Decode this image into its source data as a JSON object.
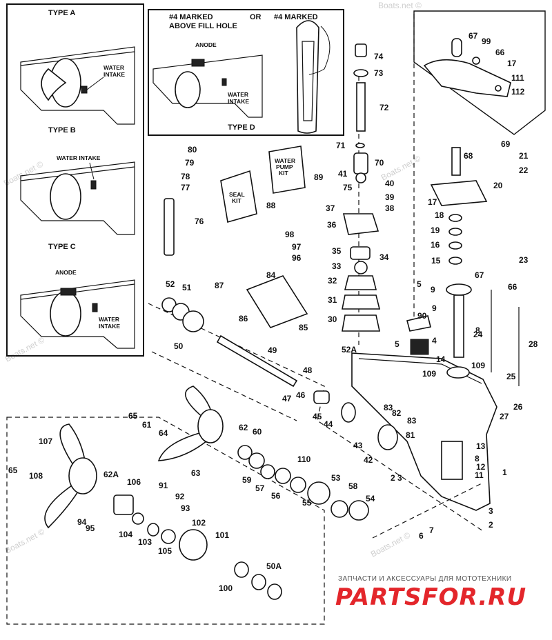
{
  "panels": {
    "type_a": "TYPE A",
    "type_b": "TYPE B",
    "type_c": "TYPE C",
    "type_d": "TYPE D",
    "water_intake": [
      "WATER",
      "INTAKE"
    ],
    "water_intake_inline": "WATER INTAKE",
    "anode": "ANODE",
    "marked_left": [
      "#4 MARKED",
      "ABOVE FILL HOLE"
    ],
    "or": "OR",
    "marked_right": "#4 MARKED"
  },
  "boxes": {
    "seal_kit": [
      "SEAL",
      "KIT"
    ],
    "water_pump_kit": [
      "WATER",
      "PUMP",
      "KIT"
    ]
  },
  "part_numbers": [
    "1",
    "2",
    "3",
    "4",
    "5",
    "6",
    "7",
    "8",
    "9",
    "11",
    "12",
    "13",
    "14",
    "15",
    "16",
    "17",
    "18",
    "19",
    "20",
    "21",
    "22",
    "23",
    "24",
    "25",
    "26",
    "27",
    "28",
    "30",
    "31",
    "32",
    "33",
    "34",
    "35",
    "36",
    "37",
    "38",
    "39",
    "40",
    "41",
    "42",
    "43",
    "44",
    "45",
    "46",
    "47",
    "48",
    "49",
    "50",
    "50A",
    "51",
    "52",
    "52A",
    "53",
    "54",
    "55",
    "56",
    "57",
    "58",
    "59",
    "60",
    "61",
    "62",
    "62A",
    "63",
    "64",
    "65",
    "66",
    "67",
    "68",
    "69",
    "70",
    "71",
    "72",
    "73",
    "74",
    "75",
    "76",
    "77",
    "78",
    "79",
    "80",
    "81",
    "82",
    "83",
    "84",
    "85",
    "86",
    "87",
    "88",
    "89",
    "90",
    "91",
    "92",
    "93",
    "94",
    "95",
    "96",
    "97",
    "98",
    "99",
    "100",
    "101",
    "102",
    "103",
    "104",
    "105",
    "106",
    "107",
    "108",
    "109",
    "110",
    "111",
    "112"
  ],
  "watermark": "Boats.net ©",
  "footer": {
    "tagline": "ЗАПЧАСТИ И АКСЕССУАРЫ ДЛЯ МОТОТЕХНИКИ",
    "logo": "PARTSFOR.RU"
  }
}
